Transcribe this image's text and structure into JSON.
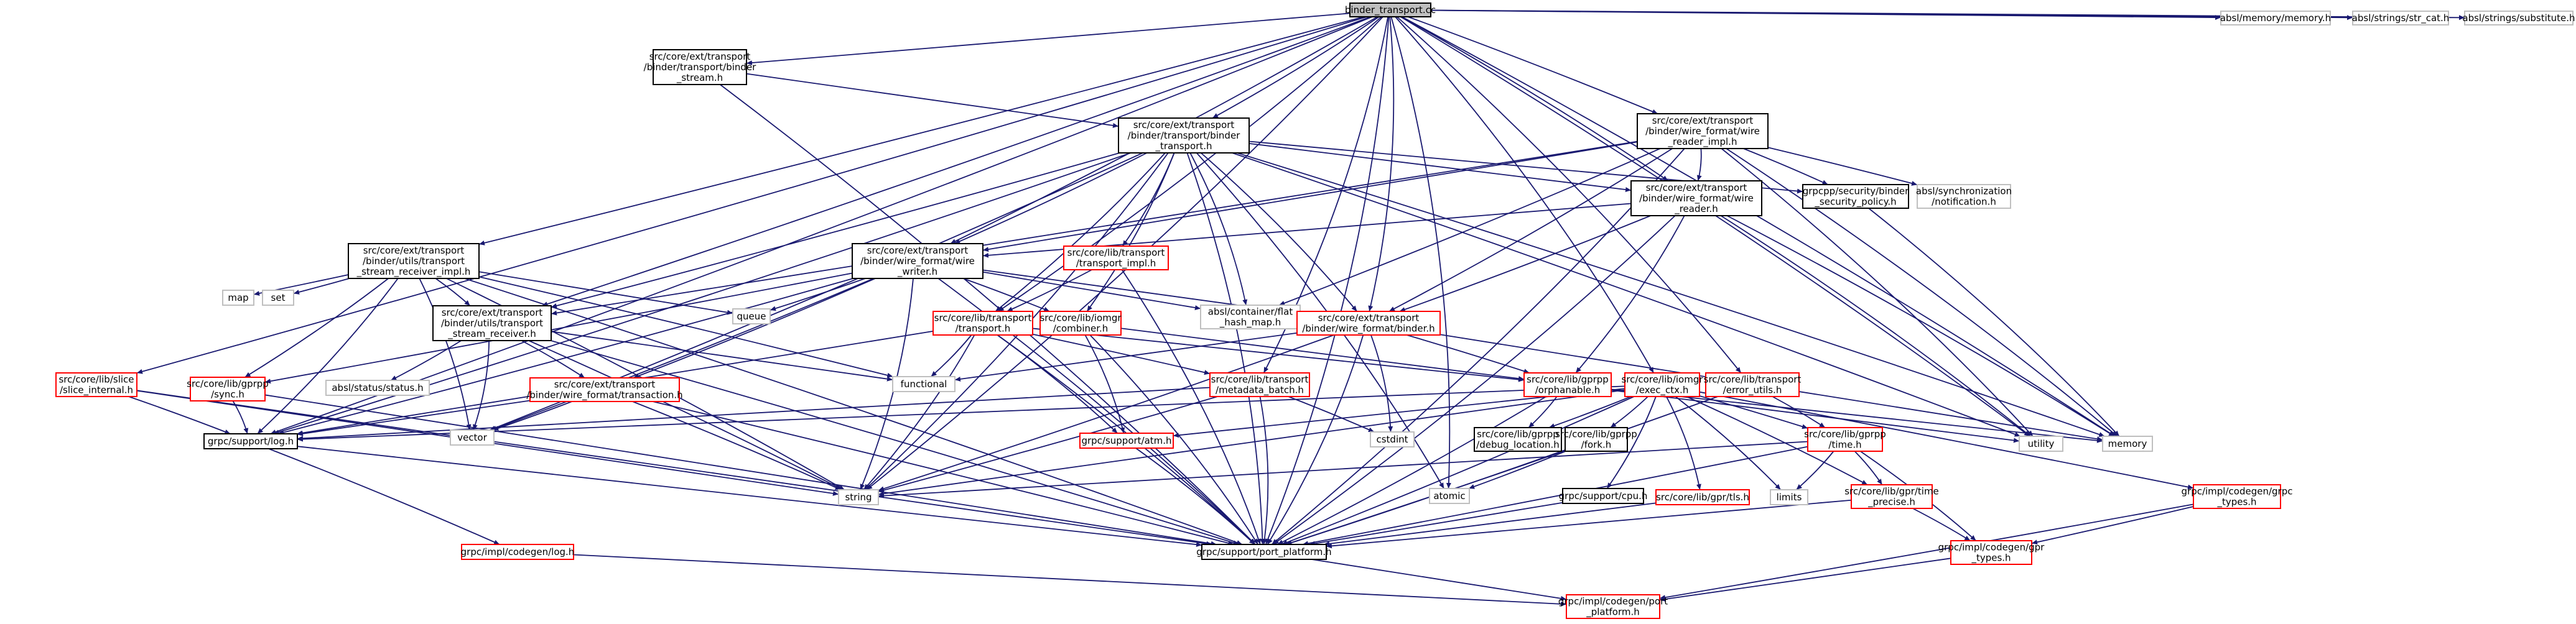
{
  "graph": {
    "colors": {
      "root_fill": "#bfbfbf",
      "root_border": "#000000",
      "doc_border": "#000000",
      "red_border": "#ff0000",
      "external_border": "#bfbfbf",
      "edge": "#191970",
      "text": "#000000"
    },
    "nodes": [
      {
        "id": "root",
        "lines": [
          "binder_transport.cc"
        ],
        "style": "root"
      },
      {
        "id": "bt_stream",
        "lines": [
          "src/core/ext/transport",
          "/binder/transport/binder",
          "_stream.h"
        ],
        "style": "doc"
      },
      {
        "id": "absl_memory",
        "lines": [
          "absl/memory/memory.h"
        ],
        "style": "ext"
      },
      {
        "id": "absl_strcat",
        "lines": [
          "absl/strings/str_cat.h"
        ],
        "style": "ext"
      },
      {
        "id": "absl_substitute",
        "lines": [
          "absl/strings/substitute.h"
        ],
        "style": "ext"
      },
      {
        "id": "bt_h",
        "lines": [
          "src/core/ext/transport",
          "/binder/transport/binder",
          "_transport.h"
        ],
        "style": "doc"
      },
      {
        "id": "wr_impl",
        "lines": [
          "src/core/ext/transport",
          "/binder/wire_format/wire",
          "_reader_impl.h"
        ],
        "style": "doc"
      },
      {
        "id": "wr",
        "lines": [
          "src/core/ext/transport",
          "/binder/wire_format/wire",
          "_reader.h"
        ],
        "style": "doc"
      },
      {
        "id": "sec_policy",
        "lines": [
          "grpcpp/security/binder",
          "_security_policy.h"
        ],
        "style": "doc"
      },
      {
        "id": "absl_sync",
        "lines": [
          "absl/synchronization",
          "/notification.h"
        ],
        "style": "ext"
      },
      {
        "id": "tsr_impl",
        "lines": [
          "src/core/ext/transport",
          "/binder/utils/transport",
          "_stream_receiver_impl.h"
        ],
        "style": "doc"
      },
      {
        "id": "ww",
        "lines": [
          "src/core/ext/transport",
          "/binder/wire_format/wire",
          "_writer.h"
        ],
        "style": "doc"
      },
      {
        "id": "transport_impl",
        "lines": [
          "src/core/lib/transport",
          "/transport_impl.h"
        ],
        "style": "red"
      },
      {
        "id": "map",
        "lines": [
          "map"
        ],
        "style": "ext"
      },
      {
        "id": "set",
        "lines": [
          "set"
        ],
        "style": "ext"
      },
      {
        "id": "tsr",
        "lines": [
          "src/core/ext/transport",
          "/binder/utils/transport",
          "_stream_receiver.h"
        ],
        "style": "doc"
      },
      {
        "id": "queue",
        "lines": [
          "queue"
        ],
        "style": "ext"
      },
      {
        "id": "flat_hash",
        "lines": [
          "absl/container/flat",
          "_hash_map.h"
        ],
        "style": "ext"
      },
      {
        "id": "transport_h",
        "lines": [
          "src/core/lib/transport",
          "/transport.h"
        ],
        "style": "red"
      },
      {
        "id": "combiner",
        "lines": [
          "src/core/lib/iomgr",
          "/combiner.h"
        ],
        "style": "red"
      },
      {
        "id": "binder_h",
        "lines": [
          "src/core/ext/transport",
          "/binder/wire_format/binder.h"
        ],
        "style": "red"
      },
      {
        "id": "slice_internal",
        "lines": [
          "src/core/lib/slice",
          "/slice_internal.h"
        ],
        "style": "red"
      },
      {
        "id": "gprpp_sync",
        "lines": [
          "src/core/lib/gprpp",
          "/sync.h"
        ],
        "style": "red"
      },
      {
        "id": "absl_status",
        "lines": [
          "absl/status/status.h"
        ],
        "style": "ext"
      },
      {
        "id": "transaction",
        "lines": [
          "src/core/ext/transport",
          "/binder/wire_format/transaction.h"
        ],
        "style": "red"
      },
      {
        "id": "functional",
        "lines": [
          "functional"
        ],
        "style": "ext"
      },
      {
        "id": "metadata_batch",
        "lines": [
          "src/core/lib/transport",
          "/metadata_batch.h"
        ],
        "style": "red"
      },
      {
        "id": "orphanable",
        "lines": [
          "src/core/lib/gprpp",
          "/orphanable.h"
        ],
        "style": "red"
      },
      {
        "id": "exec_ctx",
        "lines": [
          "src/core/lib/iomgr",
          "/exec_ctx.h"
        ],
        "style": "red"
      },
      {
        "id": "error_utils",
        "lines": [
          "src/core/lib/transport",
          "/error_utils.h"
        ],
        "style": "red"
      },
      {
        "id": "memory",
        "lines": [
          "memory"
        ],
        "style": "ext"
      },
      {
        "id": "utility",
        "lines": [
          "utility"
        ],
        "style": "ext"
      },
      {
        "id": "vector",
        "lines": [
          "vector"
        ],
        "style": "ext"
      },
      {
        "id": "log_h",
        "lines": [
          "grpc/support/log.h"
        ],
        "style": "doc"
      },
      {
        "id": "atm",
        "lines": [
          "grpc/support/atm.h"
        ],
        "style": "red"
      },
      {
        "id": "cstdint",
        "lines": [
          "cstdint"
        ],
        "style": "ext"
      },
      {
        "id": "debug_loc",
        "lines": [
          "src/core/lib/gprpp",
          "/debug_location.h"
        ],
        "style": "doc"
      },
      {
        "id": "fork",
        "lines": [
          "src/core/lib/gprpp",
          "/fork.h"
        ],
        "style": "doc"
      },
      {
        "id": "gprpp_time",
        "lines": [
          "src/core/lib/gprpp",
          "/time.h"
        ],
        "style": "red"
      },
      {
        "id": "grpc_types",
        "lines": [
          "grpc/impl/codegen/grpc",
          "_types.h"
        ],
        "style": "red"
      },
      {
        "id": "string",
        "lines": [
          "string"
        ],
        "style": "ext"
      },
      {
        "id": "atomic",
        "lines": [
          "atomic"
        ],
        "style": "ext"
      },
      {
        "id": "cpu",
        "lines": [
          "grpc/support/cpu.h"
        ],
        "style": "doc"
      },
      {
        "id": "tls",
        "lines": [
          "src/core/lib/gpr/tls.h"
        ],
        "style": "red"
      },
      {
        "id": "limits",
        "lines": [
          "limits"
        ],
        "style": "ext"
      },
      {
        "id": "time_precise",
        "lines": [
          "src/core/lib/gpr/time",
          "_precise.h"
        ],
        "style": "red"
      },
      {
        "id": "port_platform",
        "lines": [
          "grpc/support/port_platform.h"
        ],
        "style": "doc"
      },
      {
        "id": "codegen_log",
        "lines": [
          "grpc/impl/codegen/log.h"
        ],
        "style": "red"
      },
      {
        "id": "gpr_types",
        "lines": [
          "grpc/impl/codegen/gpr",
          "_types.h"
        ],
        "style": "red"
      },
      {
        "id": "codegen_port",
        "lines": [
          "grpc/impl/codegen/port",
          "_platform.h"
        ],
        "style": "red"
      }
    ],
    "edges": [
      [
        "root",
        "bt_stream"
      ],
      [
        "root",
        "absl_memory"
      ],
      [
        "root",
        "absl_strcat"
      ],
      [
        "root",
        "absl_substitute"
      ],
      [
        "root",
        "bt_h"
      ],
      [
        "root",
        "wr_impl"
      ],
      [
        "root",
        "wr"
      ],
      [
        "root",
        "tsr_impl"
      ],
      [
        "root",
        "ww"
      ],
      [
        "root",
        "tsr"
      ],
      [
        "root",
        "transport_h"
      ],
      [
        "root",
        "binder_h"
      ],
      [
        "root",
        "slice_internal"
      ],
      [
        "root",
        "metadata_batch"
      ],
      [
        "root",
        "exec_ctx"
      ],
      [
        "root",
        "error_utils"
      ],
      [
        "root",
        "memory"
      ],
      [
        "root",
        "utility"
      ],
      [
        "root",
        "log_h"
      ],
      [
        "root",
        "string"
      ],
      [
        "root",
        "atomic"
      ],
      [
        "root",
        "port_platform"
      ],
      [
        "bt_stream",
        "bt_h"
      ],
      [
        "bt_stream",
        "port_platform"
      ],
      [
        "bt_h",
        "sec_policy"
      ],
      [
        "bt_h",
        "wr"
      ],
      [
        "bt_h",
        "ww"
      ],
      [
        "bt_h",
        "transport_impl"
      ],
      [
        "bt_h",
        "tsr"
      ],
      [
        "bt_h",
        "flat_hash"
      ],
      [
        "bt_h",
        "transport_h"
      ],
      [
        "bt_h",
        "combiner"
      ],
      [
        "bt_h",
        "binder_h"
      ],
      [
        "bt_h",
        "log_h"
      ],
      [
        "bt_h",
        "string"
      ],
      [
        "bt_h",
        "vector"
      ],
      [
        "bt_h",
        "memory"
      ],
      [
        "bt_h",
        "atomic"
      ],
      [
        "bt_h",
        "utility"
      ],
      [
        "bt_h",
        "port_platform"
      ],
      [
        "wr_impl",
        "wr"
      ],
      [
        "wr_impl",
        "sec_policy"
      ],
      [
        "wr_impl",
        "absl_sync"
      ],
      [
        "wr_impl",
        "ww"
      ],
      [
        "wr_impl",
        "tsr"
      ],
      [
        "wr_impl",
        "binder_h"
      ],
      [
        "wr_impl",
        "flat_hash"
      ],
      [
        "wr_impl",
        "memory"
      ],
      [
        "wr_impl",
        "utility"
      ],
      [
        "wr_impl",
        "port_platform"
      ],
      [
        "wr",
        "ww"
      ],
      [
        "wr",
        "binder_h"
      ],
      [
        "wr",
        "orphanable"
      ],
      [
        "wr",
        "memory"
      ],
      [
        "wr",
        "utility"
      ],
      [
        "wr",
        "port_platform"
      ],
      [
        "sec_policy",
        "memory"
      ],
      [
        "tsr_impl",
        "tsr"
      ],
      [
        "tsr_impl",
        "map"
      ],
      [
        "tsr_impl",
        "set"
      ],
      [
        "tsr_impl",
        "queue"
      ],
      [
        "tsr_impl",
        "gprpp_sync"
      ],
      [
        "tsr_impl",
        "functional"
      ],
      [
        "tsr_impl",
        "string"
      ],
      [
        "tsr_impl",
        "vector"
      ],
      [
        "tsr_impl",
        "log_h"
      ],
      [
        "tsr_impl",
        "port_platform"
      ],
      [
        "ww",
        "queue"
      ],
      [
        "ww",
        "flat_hash"
      ],
      [
        "ww",
        "binder_h"
      ],
      [
        "ww",
        "combiner"
      ],
      [
        "ww",
        "transaction"
      ],
      [
        "ww",
        "gprpp_sync"
      ],
      [
        "ww",
        "log_h"
      ],
      [
        "ww",
        "string"
      ],
      [
        "ww",
        "vector"
      ],
      [
        "ww",
        "port_platform"
      ],
      [
        "transport_impl",
        "transport_h"
      ],
      [
        "transport_impl",
        "port_platform"
      ],
      [
        "tsr",
        "absl_status"
      ],
      [
        "tsr",
        "transaction"
      ],
      [
        "tsr",
        "functional"
      ],
      [
        "tsr",
        "string"
      ],
      [
        "tsr",
        "vector"
      ],
      [
        "tsr",
        "port_platform"
      ],
      [
        "transport_h",
        "metadata_batch"
      ],
      [
        "transport_h",
        "orphanable"
      ],
      [
        "transport_h",
        "functional"
      ],
      [
        "transport_h",
        "atm"
      ],
      [
        "transport_h",
        "string"
      ],
      [
        "transport_h",
        "log_h"
      ],
      [
        "transport_h",
        "port_platform"
      ],
      [
        "combiner",
        "orphanable"
      ],
      [
        "combiner",
        "atm"
      ],
      [
        "combiner",
        "port_platform"
      ],
      [
        "binder_h",
        "orphanable"
      ],
      [
        "binder_h",
        "functional"
      ],
      [
        "binder_h",
        "memory"
      ],
      [
        "binder_h",
        "string"
      ],
      [
        "binder_h",
        "cstdint"
      ],
      [
        "binder_h",
        "port_platform"
      ],
      [
        "slice_internal",
        "log_h"
      ],
      [
        "slice_internal",
        "string"
      ],
      [
        "slice_internal",
        "port_platform"
      ],
      [
        "gprpp_sync",
        "log_h"
      ],
      [
        "gprpp_sync",
        "port_platform"
      ],
      [
        "transaction",
        "log_h"
      ],
      [
        "transaction",
        "string"
      ],
      [
        "transaction",
        "vector"
      ],
      [
        "transaction",
        "port_platform"
      ],
      [
        "metadata_batch",
        "log_h"
      ],
      [
        "metadata_batch",
        "string"
      ],
      [
        "metadata_batch",
        "cstdint"
      ],
      [
        "metadata_batch",
        "port_platform"
      ],
      [
        "orphanable",
        "debug_loc"
      ],
      [
        "orphanable",
        "memory"
      ],
      [
        "orphanable",
        "utility"
      ],
      [
        "orphanable",
        "port_platform"
      ],
      [
        "exec_ctx",
        "log_h"
      ],
      [
        "exec_ctx",
        "atm"
      ],
      [
        "exec_ctx",
        "debug_loc"
      ],
      [
        "exec_ctx",
        "fork"
      ],
      [
        "exec_ctx",
        "gprpp_time"
      ],
      [
        "exec_ctx",
        "grpc_types"
      ],
      [
        "exec_ctx",
        "cpu"
      ],
      [
        "exec_ctx",
        "tls"
      ],
      [
        "exec_ctx",
        "limits"
      ],
      [
        "exec_ctx",
        "time_precise"
      ],
      [
        "exec_ctx",
        "string"
      ],
      [
        "exec_ctx",
        "port_platform"
      ],
      [
        "error_utils",
        "gprpp_time"
      ],
      [
        "error_utils",
        "port_platform"
      ],
      [
        "log_h",
        "codegen_log"
      ],
      [
        "log_h",
        "port_platform"
      ],
      [
        "atm",
        "port_platform"
      ],
      [
        "fork",
        "atomic"
      ],
      [
        "fork",
        "port_platform"
      ],
      [
        "gprpp_time",
        "limits"
      ],
      [
        "gprpp_time",
        "string"
      ],
      [
        "gprpp_time",
        "time_precise"
      ],
      [
        "gprpp_time",
        "gpr_types"
      ],
      [
        "gprpp_time",
        "port_platform"
      ],
      [
        "grpc_types",
        "gpr_types"
      ],
      [
        "grpc_types",
        "codegen_port"
      ],
      [
        "cpu",
        "port_platform"
      ],
      [
        "tls",
        "port_platform"
      ],
      [
        "time_precise",
        "gpr_types"
      ],
      [
        "time_precise",
        "port_platform"
      ],
      [
        "port_platform",
        "codegen_port"
      ],
      [
        "codegen_log",
        "codegen_port"
      ],
      [
        "gpr_types",
        "codegen_port"
      ]
    ]
  }
}
